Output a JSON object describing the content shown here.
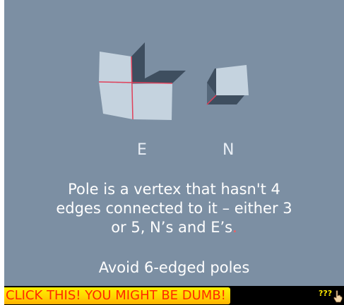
{
  "labels": {
    "e": "E",
    "n": "N"
  },
  "description": {
    "line1": "Pole is a vertex that hasn't 4",
    "line2": "edges connected to it – either 3",
    "line3": "or 5, N’s and E’s",
    "line3_end": "."
  },
  "avoid_text": "Avoid 6-edged poles",
  "banner": {
    "text": "CLICK THIS! YOU MIGHT BE DUMB!",
    "help": "???"
  },
  "colors": {
    "background": "#7c8fa3",
    "face": "#c5d3df",
    "side": "#3e4e5f",
    "edge": "#e0405a",
    "banner_text": "#ff2a00",
    "banner_bg": "#000000"
  },
  "icons": [
    "pointing-hand-icon"
  ]
}
